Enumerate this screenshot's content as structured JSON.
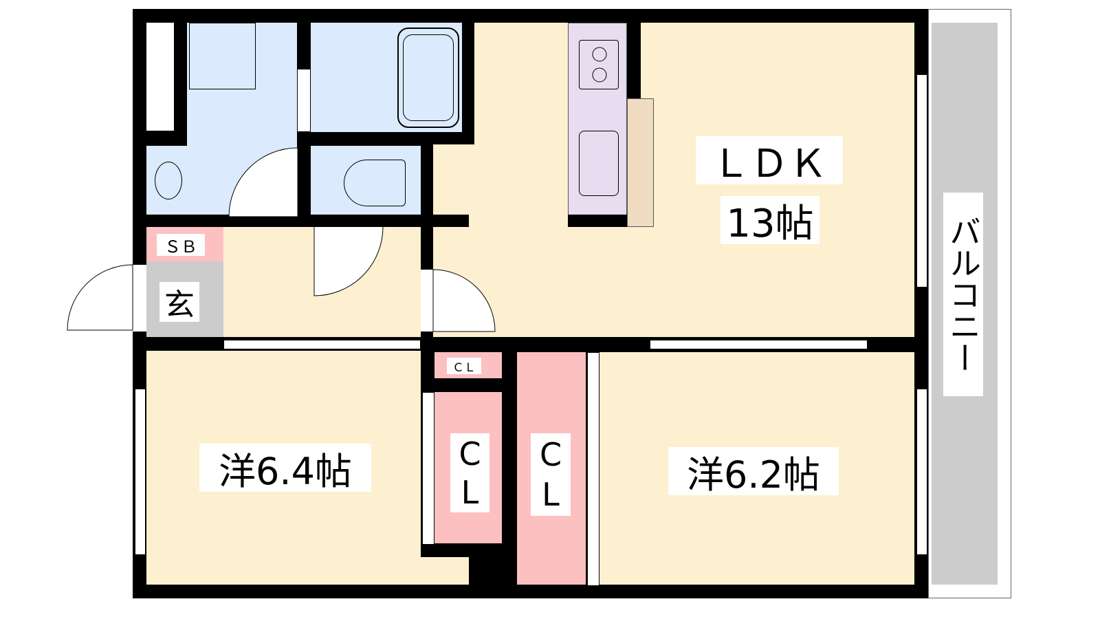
{
  "rooms": {
    "ldk": {
      "name": "ＬＤＫ",
      "size": "13帖"
    },
    "balcony": {
      "name": "バルコニー"
    },
    "shoe_box": {
      "name": "ＳＢ"
    },
    "entrance": {
      "name": "玄"
    },
    "bedroom_west": {
      "name": "洋6.4帖"
    },
    "bedroom_east": {
      "name": "洋6.2帖"
    },
    "closet_small": {
      "name": "ＣＬ"
    },
    "closet_middle": {
      "line1": "C",
      "line2": "L"
    },
    "closet_right": {
      "line1": "C",
      "line2": "L"
    }
  },
  "colors": {
    "wall": "#000000",
    "living": "#fdf0d0",
    "wet_area": "#dbeafc",
    "storage": "#fcc0c0",
    "kitchen": "#e8dcf0",
    "counter": "#f0dcc0",
    "balcony": "#cccccc"
  }
}
